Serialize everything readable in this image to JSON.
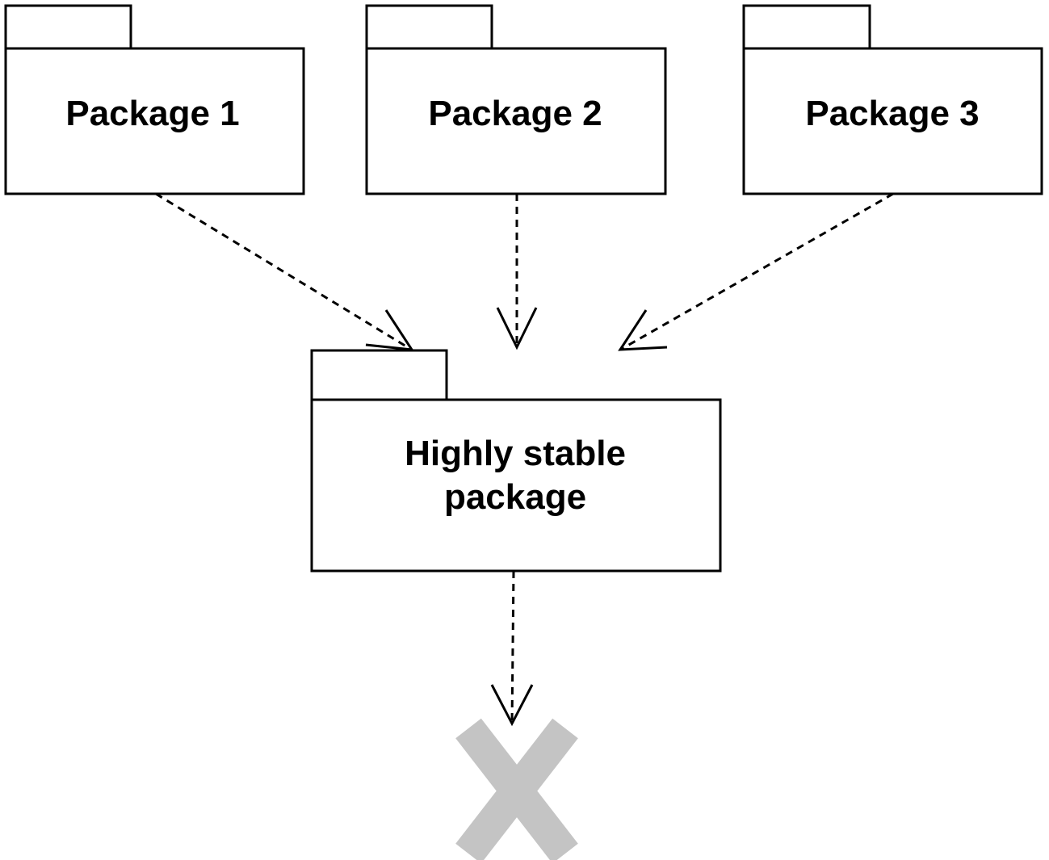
{
  "packages": [
    {
      "label": "Package 1"
    },
    {
      "label": "Package 2"
    },
    {
      "label": "Package 3"
    }
  ],
  "stable_package": {
    "label_line1": "Highly stable",
    "label_line2": "package"
  },
  "colors": {
    "stroke": "#000000",
    "cross": "#c4c4c4",
    "background": "#ffffff"
  },
  "icons": {
    "forbidden": "gray-x-icon"
  }
}
